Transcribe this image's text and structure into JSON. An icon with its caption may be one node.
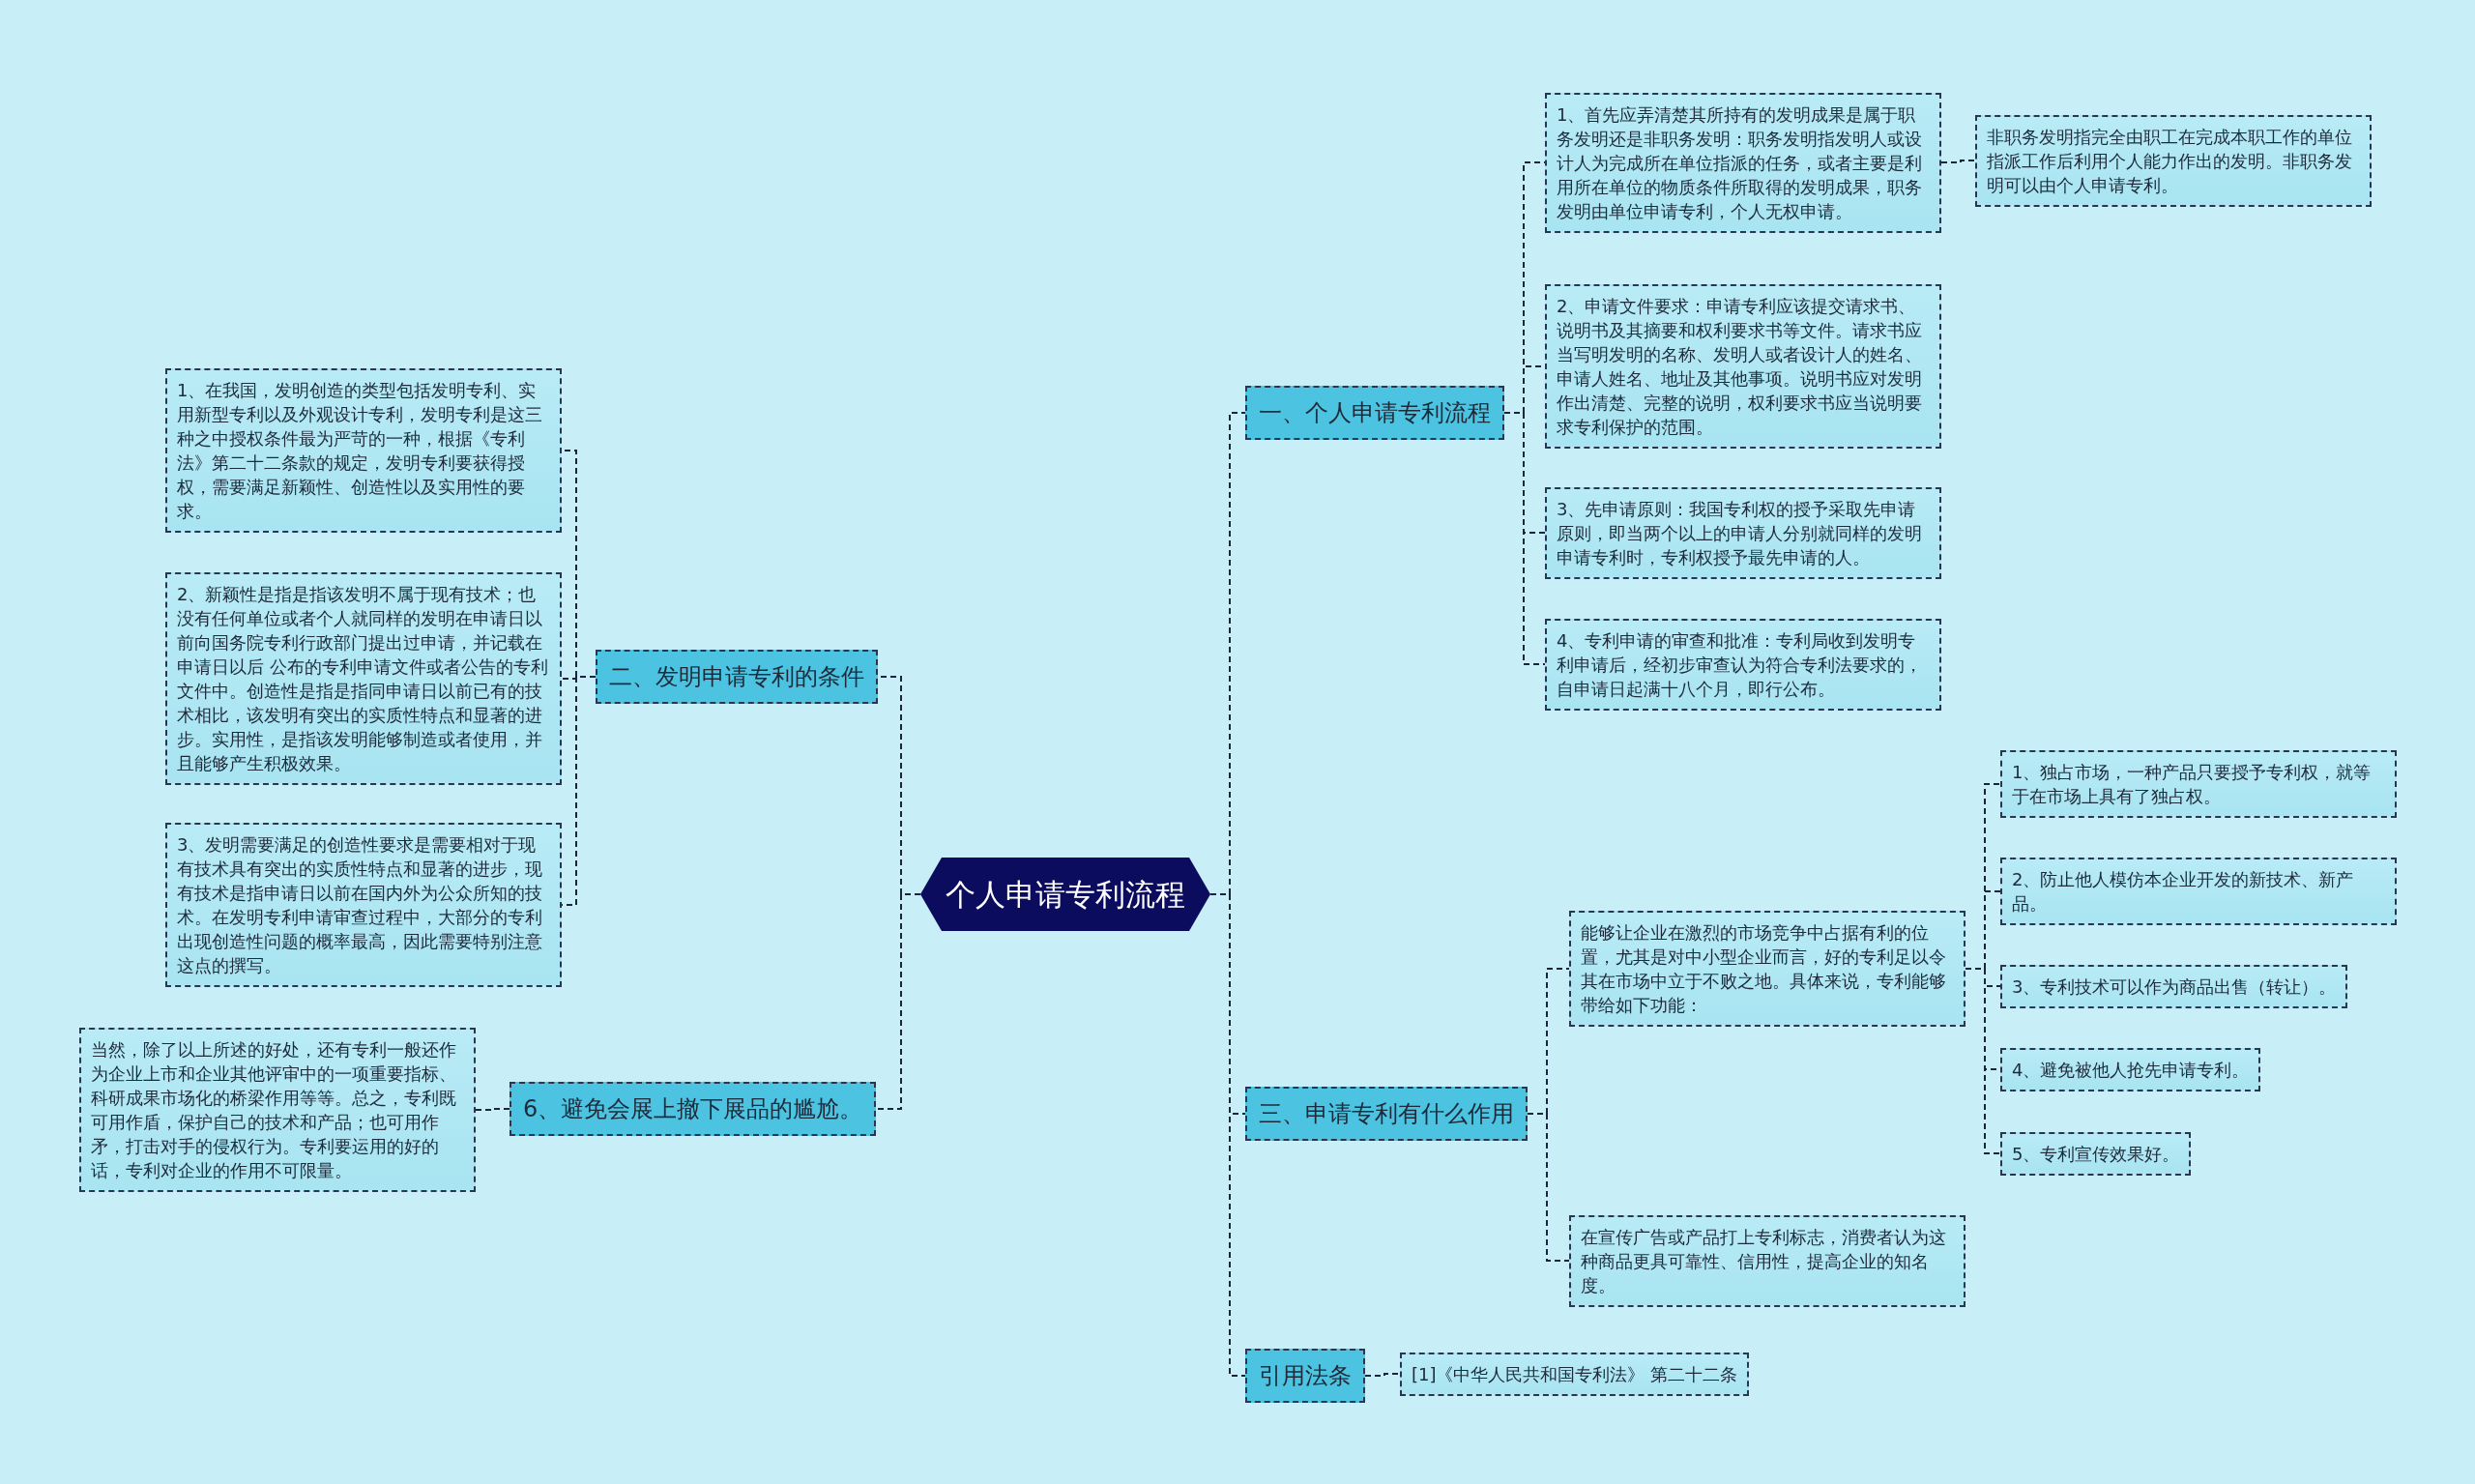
{
  "diagram": {
    "nodes": [
      {
        "text": [
          "个人申请专利流程"
        ]
      },
      {
        "text": [
          "一、个人申请专利流程"
        ]
      },
      {
        "text": [
          "二、发明申请专利的条件"
        ]
      },
      {
        "text": [
          "三、申请专利有什么作用"
        ]
      },
      {
        "text": [
          "6、避免会展上撤下展品的尴尬。"
        ]
      },
      {
        "text": [
          "引用法条"
        ]
      },
      {
        "text": [
          "1、首先应弄清楚其所持有的发明成果是属于职务发明还是非职务发明：职务发明指发明人或设计人为完成所在单位指派的任务，或者主要是利用所在单位的物质条件所取得的发明成果，职务发明由单位申请专利，个人无权申请。"
        ]
      },
      {
        "text": [
          "非职务发明指完全由职工在完成本职工作的单位指派工作后利用个人能力作出的发明。非职务发明可以由个人申请专利。"
        ]
      },
      {
        "text": [
          "2、申请文件要求：申请专利应该提交请求书、说明书及其摘要和权利要求书等文件。请求书应当写明发明的名称、发明人或者设计人的姓名、申请人姓名、地址及其他事项。说明书应对发明作出清楚、完整的说明，权利要求书应当说明要求专利保护的范围。"
        ]
      },
      {
        "text": [
          "3、先申请原则：我国专利权的授予采取先申请原则，即当两个以上的申请人分别就同样的发明申请专利时，专利权授予最先申请的人。"
        ]
      },
      {
        "text": [
          "4、专利申请的审查和批准：专利局收到发明专利申请后，经初步审查认为符合专利法要求的，自申请日起满十八个月，即行公布。"
        ]
      },
      {
        "text": [
          "1、在我国，发明创造的类型包括发明专利、实用新型专利以及外观设计专利，发明专利是这三种之中授权条件最为严苛的一种，根据《专利法》第二十二条款的规定，发明专利要获得授权，需要满足新颖性、创造性以及实用性的要求。"
        ]
      },
      {
        "text": [
          "2、新颖性是指是指该发明不属于现有技术；也没有任何单位或者个人就同样的发明在申请日以前向国务院专利行政部门提出过申请，并记载在申请日以后 公布的专利申请文件或者公告的专利文件中。创造性是指是指同申请日以前已有的技术相比，该发明有突出的实质性特点和显著的进步。实用性，是指该发明能够制造或者使用，并且能够产生积极效果。"
        ]
      },
      {
        "text": [
          "3、发明需要满足的创造性要求是需要相对于现有技术具有突出的实质性特点和显著的进步，现有技术是指申请日以前在国内外为公众所知的技术。在发明专利申请审查过程中，大部分的专利出现创造性问题的概率最高，因此需要特别注意这点的撰写。"
        ]
      },
      {
        "text": [
          "当然，除了以上所述的好处，还有专利一般还作为企业上市和企业其他评审中的一项重要指标、科研成果市场化的桥梁作用等等。总之，专利既可用作盾，保护自己的技术和产品；也可用作矛，打击对手的侵权行为。专利要运用的好的话，专利对企业的作用不可限量。"
        ]
      },
      {
        "text": [
          "能够让企业在激烈的市场竞争中占据有利的位置，尤其是对中小型企业而言，好的专利足以令其在市场中立于不败之地。具体来说，专利能够带给如下功能："
        ]
      },
      {
        "text": [
          "在宣传广告或产品打上专利标志，消费者认为这种商品更具可靠性、信用性，提高企业的知名度。"
        ]
      },
      {
        "text": [
          "1、独占市场，一种产品只要授予专利权，就等于在市场上具有了独占权。"
        ]
      },
      {
        "text": [
          "2、防止他人模仿本企业开发的新技术、新产品。"
        ]
      },
      {
        "text": [
          "3、专利技术可以作为商品出售（转让）。"
        ]
      },
      {
        "text": [
          "4、避免被他人抢先申请专利。"
        ]
      },
      {
        "text": [
          "5、专利宣传效果好。"
        ]
      },
      {
        "text": [
          "[1]《中华人民共和国专利法》 第二十二条"
        ]
      }
    ],
    "edges": [
      {
        "from": 0,
        "to": 1,
        "arrow": "none"
      },
      {
        "from": 0,
        "to": 2,
        "arrow": "none"
      },
      {
        "from": 0,
        "to": 3,
        "arrow": "none"
      },
      {
        "from": 0,
        "to": 4,
        "arrow": "none"
      },
      {
        "from": 0,
        "to": 5,
        "arrow": "none"
      },
      {
        "from": 1,
        "to": 6,
        "arrow": "none"
      },
      {
        "from": 6,
        "to": 7,
        "arrow": "none"
      },
      {
        "from": 1,
        "to": 8,
        "arrow": "none"
      },
      {
        "from": 1,
        "to": 9,
        "arrow": "none"
      },
      {
        "from": 1,
        "to": 10,
        "arrow": "none"
      },
      {
        "from": 2,
        "to": 11,
        "arrow": "none"
      },
      {
        "from": 2,
        "to": 12,
        "arrow": "none"
      },
      {
        "from": 2,
        "to": 13,
        "arrow": "none"
      },
      {
        "from": 4,
        "to": 14,
        "arrow": "none"
      },
      {
        "from": 3,
        "to": 15,
        "arrow": "none"
      },
      {
        "from": 3,
        "to": 16,
        "arrow": "none"
      },
      {
        "from": 15,
        "to": 17,
        "arrow": "none"
      },
      {
        "from": 15,
        "to": 18,
        "arrow": "none"
      },
      {
        "from": 15,
        "to": 19,
        "arrow": "none"
      },
      {
        "from": 15,
        "to": 20,
        "arrow": "none"
      },
      {
        "from": 15,
        "to": 21,
        "arrow": "none"
      },
      {
        "from": 5,
        "to": 22,
        "arrow": "none"
      }
    ]
  }
}
